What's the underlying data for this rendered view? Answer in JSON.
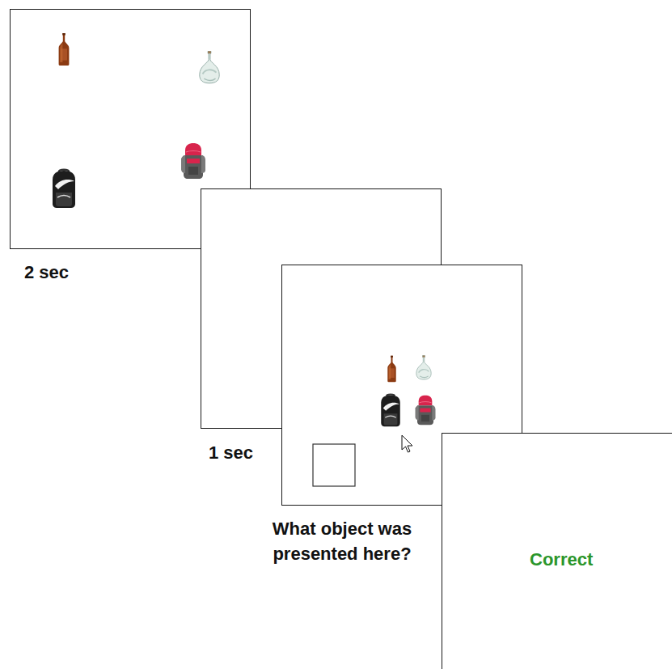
{
  "diagram": {
    "nodes": [
      {
        "text": [
          "2 sec"
        ]
      },
      {
        "text": [
          "1 sec"
        ]
      },
      {
        "text": [
          "What object was presented here?"
        ]
      },
      {
        "text": [
          "Correct"
        ]
      }
    ]
  }
}
